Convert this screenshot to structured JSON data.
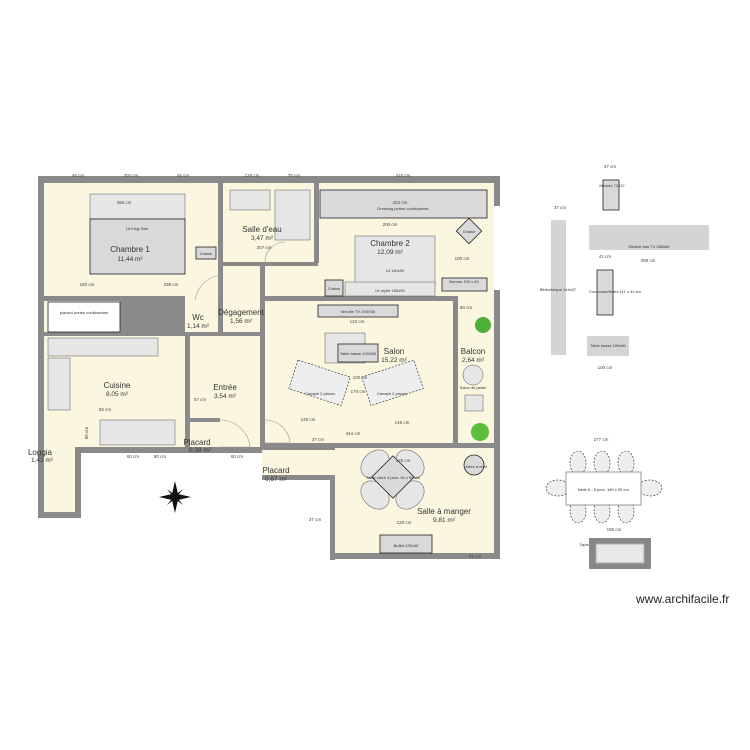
{
  "rooms": [
    {
      "name": "Chambre 1",
      "area": "11,44 m²"
    },
    {
      "name": "Salle d'eau",
      "area": "3,47 m²"
    },
    {
      "name": "Chambre 2",
      "area": "12,09 m²"
    },
    {
      "name": "Dégagement",
      "area": "1,56 m²"
    },
    {
      "name": "Wc",
      "area": "1,14 m²"
    },
    {
      "name": "Cuisine",
      "area": "8,05 m²"
    },
    {
      "name": "Entrée",
      "area": "3,54 m²"
    },
    {
      "name": "Placard",
      "area": "0,38 m²"
    },
    {
      "name": "Salon",
      "area": "15,22 m²"
    },
    {
      "name": "Balcon",
      "area": "2,64 m²"
    },
    {
      "name": "Loggia",
      "area": "1,43 m²"
    },
    {
      "name": "Placard",
      "area": "0,67 m²"
    },
    {
      "name": "Salle à manger",
      "area": "9,81 m²"
    }
  ],
  "furniture": [
    "Lit King Size",
    "Dressing portes coulissantes",
    "Lit 140x90",
    "Lit replié 150x90",
    "Chaise",
    "Chaise",
    "Bureau 100 x 60",
    "Meuble TV 200X56",
    "Table basse 100X60",
    "Canapé 2 places",
    "Canapé 2 places",
    "Table carré 4 pers. 90 x 90 cm",
    "Buffet 135x48",
    "Arbre à chat",
    "Salon de jardin",
    "placard portes coulissantes",
    "Chaise",
    "Meuble 72x37",
    "Meuble bas TV 288x60",
    "Commode/tiroirs 111 x 41 cm",
    "Table basse 100x60",
    "Table 6 - 8 pers. 180 x 90 cm",
    "Tapis",
    "Bibliothèque 144x37"
  ],
  "dimensions": [
    "45 cm",
    "207 cm",
    "45 cm",
    "120 cm",
    "70 cm",
    "410 cm",
    "366 cm",
    "180 cm",
    "236 cm",
    "422 cm",
    "200 cm",
    "100 cm",
    "207 cm",
    "60 cm",
    "123 cm",
    "444 cm",
    "100 cm",
    "170 cm",
    "145 cm",
    "149 cm",
    "37 cm",
    "60 cm",
    "80 cm",
    "80 cm",
    "60 cm",
    "120 cm",
    "125 cm",
    "37 cm",
    "37 cm",
    "288 cm",
    "41 cm",
    "100 cm",
    "277 cm",
    "150 cm",
    "37 cm",
    "37 cm",
    "55 cm",
    "57 cm"
  ],
  "watermark": "www.archifacile.fr",
  "colors": {
    "floor": "#fbf6df",
    "wall": "#8a8a8a",
    "furniture": "#d9d9d9"
  }
}
